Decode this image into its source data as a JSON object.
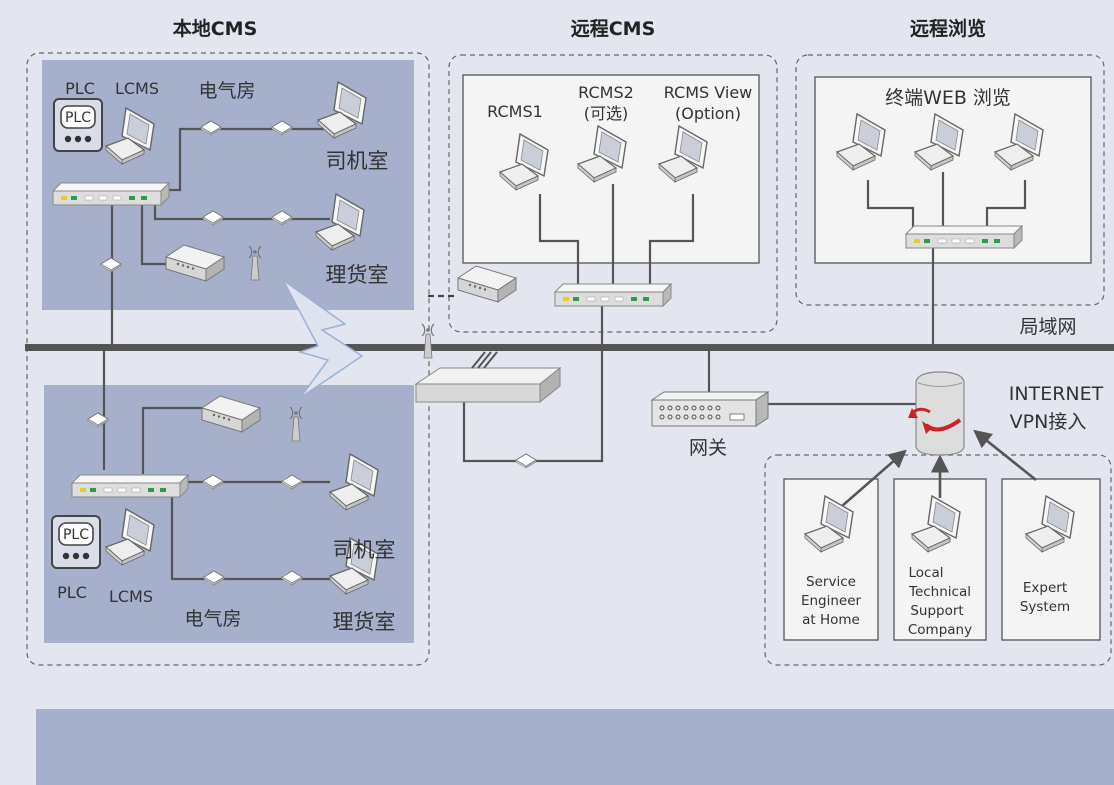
{
  "colors": {
    "background": "#e3e6ef",
    "local_panel": "#a6b0cb",
    "white_panel": "#f4f4f4",
    "backbone": "#555555",
    "vpn_arrow": "#cc2222"
  },
  "sections": {
    "local_title": "本地CMS",
    "remote_title": "远程CMS",
    "browse_title": "远程浏览"
  },
  "local_top": {
    "plc_device": "PLC",
    "plc_label": "PLC",
    "lcms_label": "LCMS",
    "electrical_room": "电气房",
    "driver_room": "司机室",
    "cargo_room": "理货室"
  },
  "local_bottom": {
    "plc_device": "PLC",
    "plc_label": "PLC",
    "lcms_label": "LCMS",
    "electrical_room": "电气房",
    "driver_room": "司机室",
    "cargo_room": "理货室"
  },
  "remote": {
    "rcms1": "RCMS1",
    "rcms2_line1": "RCMS2",
    "rcms2_line2": "(可选)",
    "view_line1": "RCMS View",
    "view_line2": "(Option)"
  },
  "browse": {
    "title": "终端WEB 浏览"
  },
  "network": {
    "lan_label": "局域网",
    "gateway_label": "网关",
    "internet_label": "INTERNET",
    "vpn_label": "VPN接入"
  },
  "clients": {
    "service": [
      "Service",
      "Engineer",
      "at Home"
    ],
    "local_support": [
      "Local",
      "Technical",
      "Support",
      "Company"
    ],
    "expert": [
      "Expert",
      "System"
    ]
  }
}
